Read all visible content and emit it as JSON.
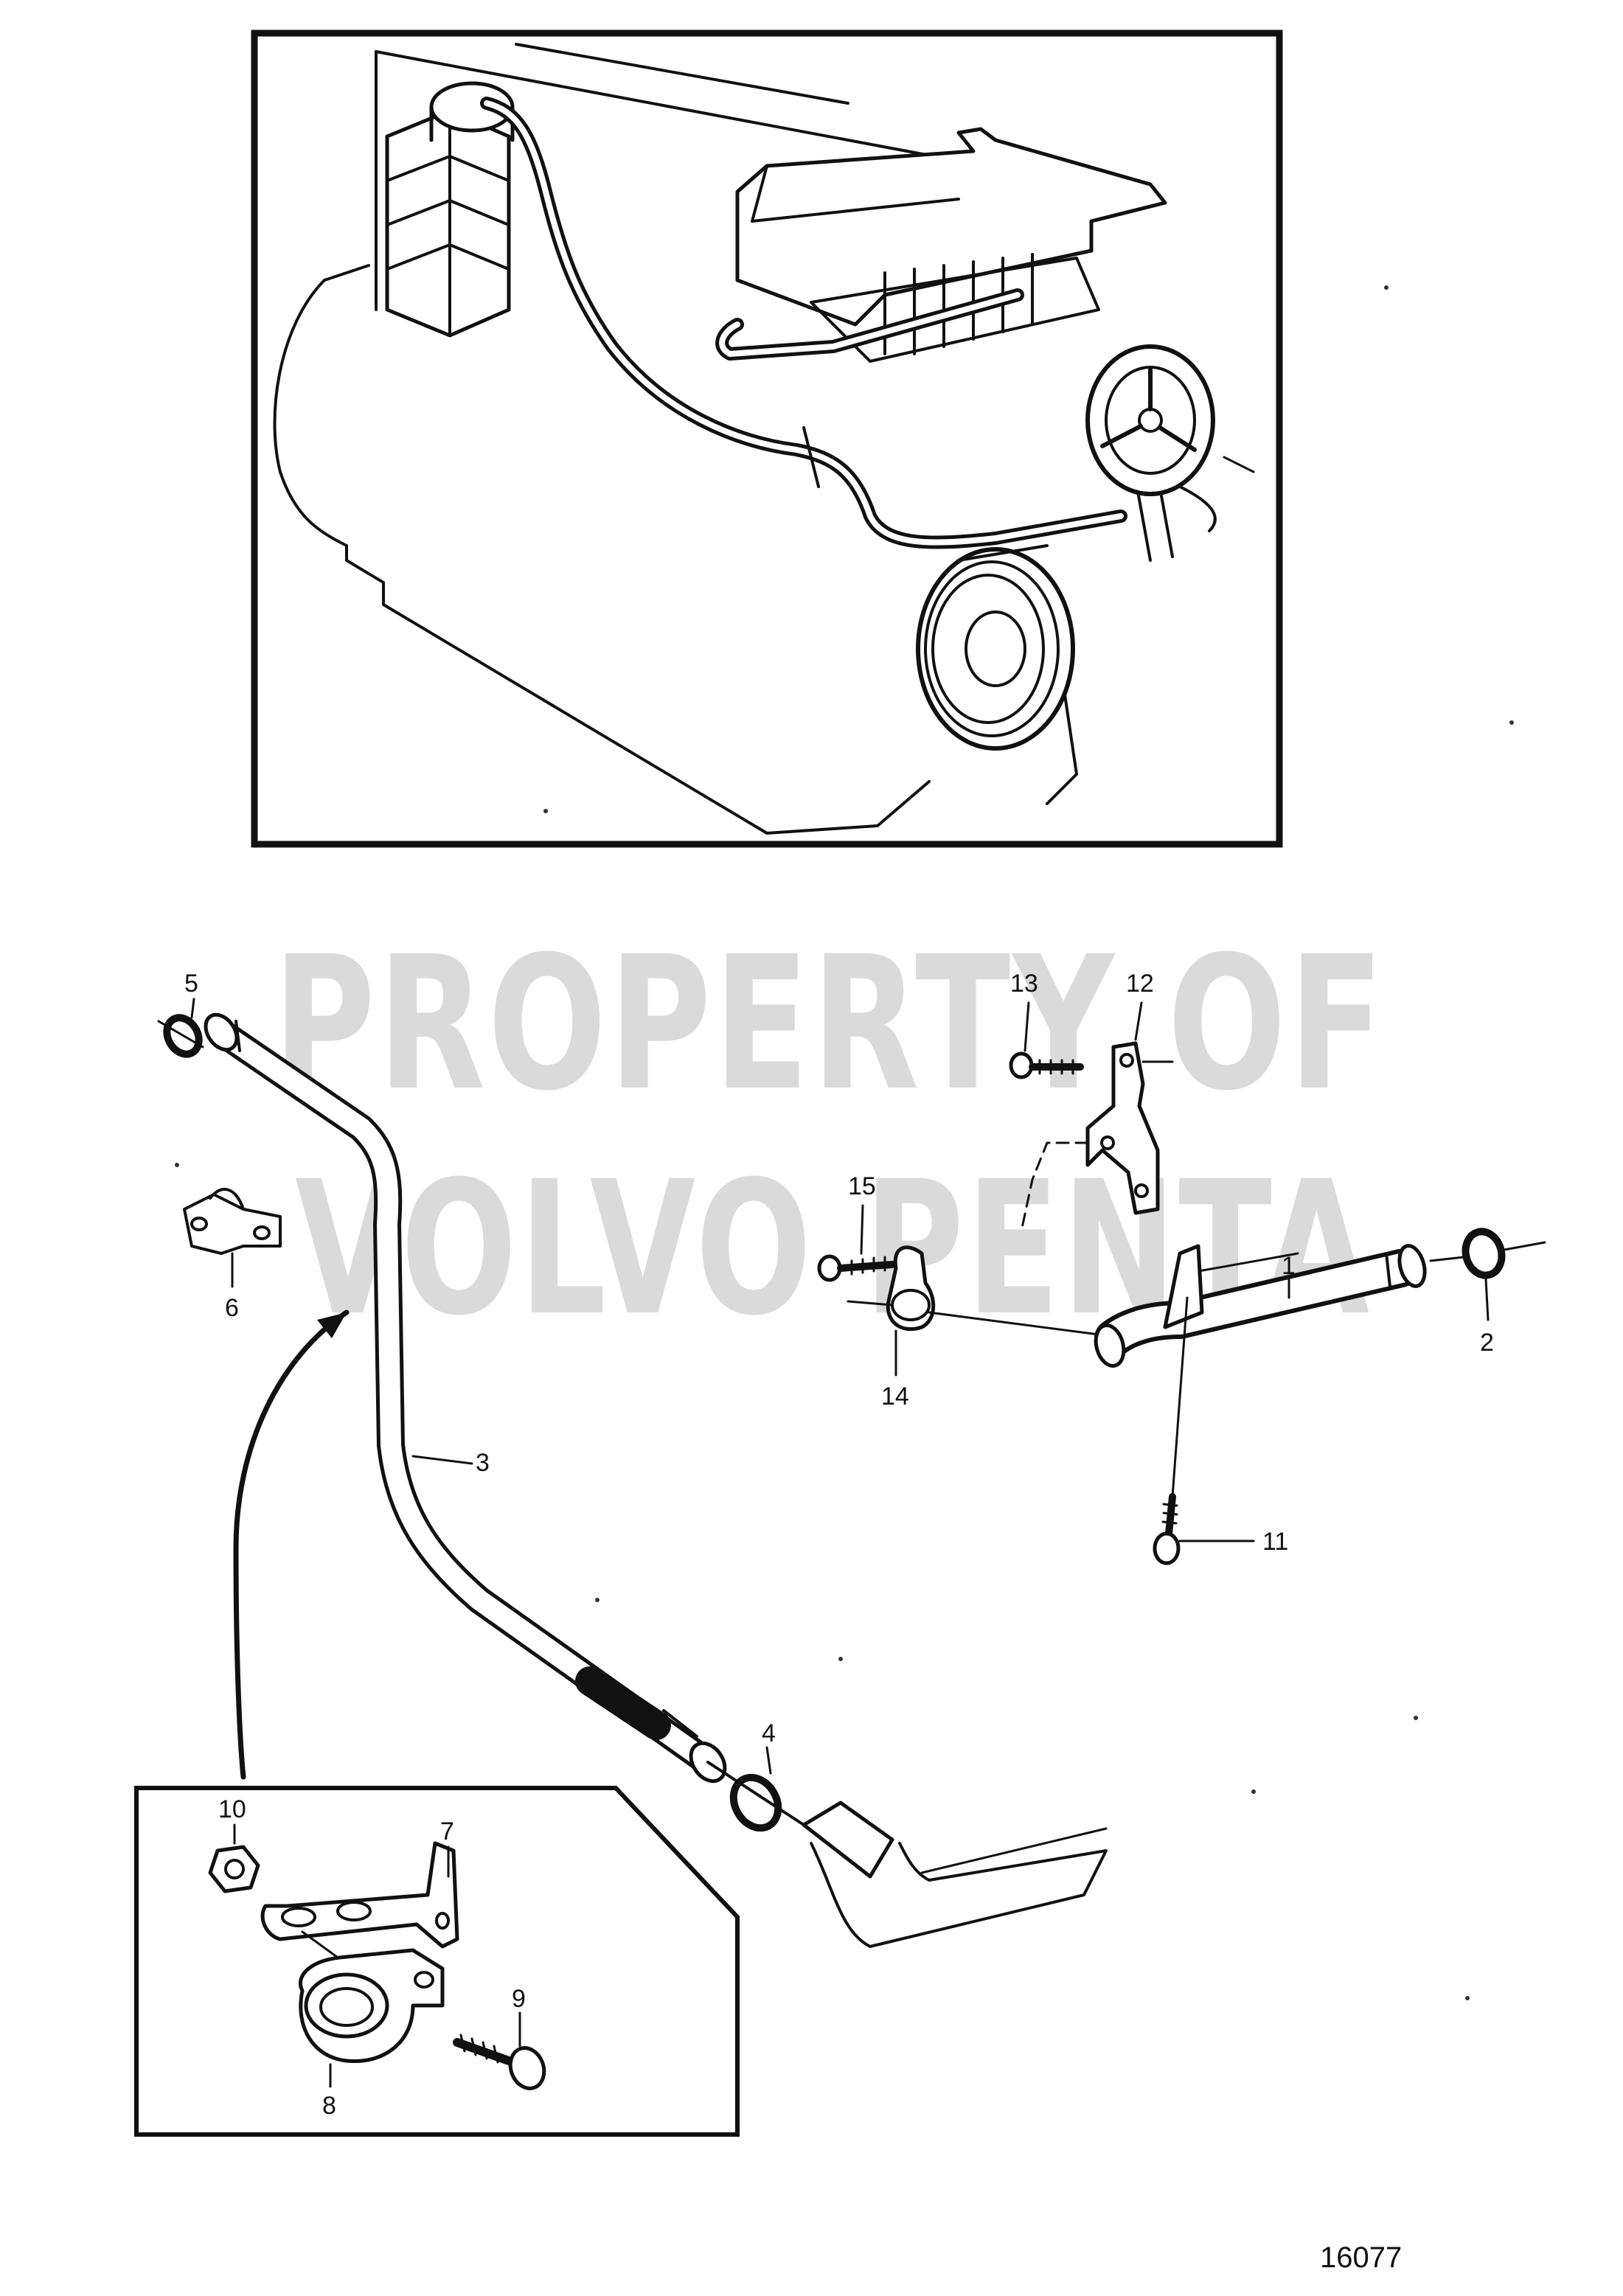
{
  "watermark": {
    "line1": "PROPERTY OF",
    "line2": "VOLVO PENTA"
  },
  "callouts": {
    "c1": "1",
    "c2": "2",
    "c3": "3",
    "c4": "4",
    "c5": "5",
    "c6": "6",
    "c7": "7",
    "c8": "8",
    "c9": "9",
    "c10": "10",
    "c11": "11",
    "c12": "12",
    "c13": "13",
    "c14": "14",
    "c15": "15"
  },
  "figure_number": "16077"
}
